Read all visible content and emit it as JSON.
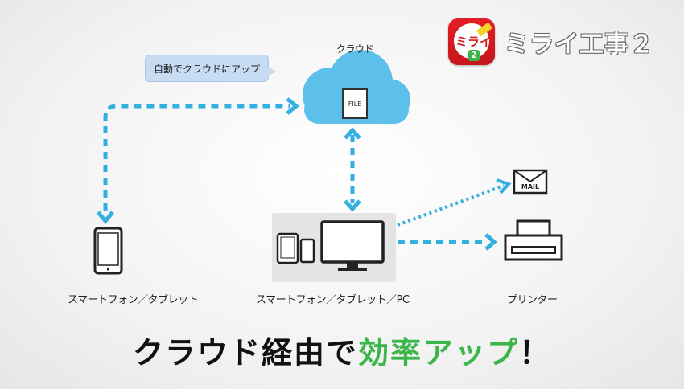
{
  "cloud_label": "クラウド",
  "file_label": "FILE",
  "bubble_text": "自動でクラウドにアップ",
  "brand_name": "ミライ工事２",
  "app_icon_text": "ミライ",
  "app_icon_badge": "2",
  "mail_label": "MAIL",
  "left_device_label": "スマートフォン／タブレット",
  "center_device_label": "スマートフォン／タブレット／PC",
  "printer_label": "プリンター",
  "headline": {
    "part1": "クラウド経由で",
    "part2": "効率アップ",
    "part3": "！"
  },
  "colors": {
    "arrow": "#33b0e0",
    "cloud": "#5cc0ea",
    "accent_green": "#3cb54a",
    "brand_red": "#d81f26"
  },
  "icons": [
    "cloud-icon",
    "file-icon",
    "smartphone-icon",
    "tablet-icon",
    "monitor-icon",
    "mail-icon",
    "printer-icon",
    "app-logo-icon"
  ]
}
